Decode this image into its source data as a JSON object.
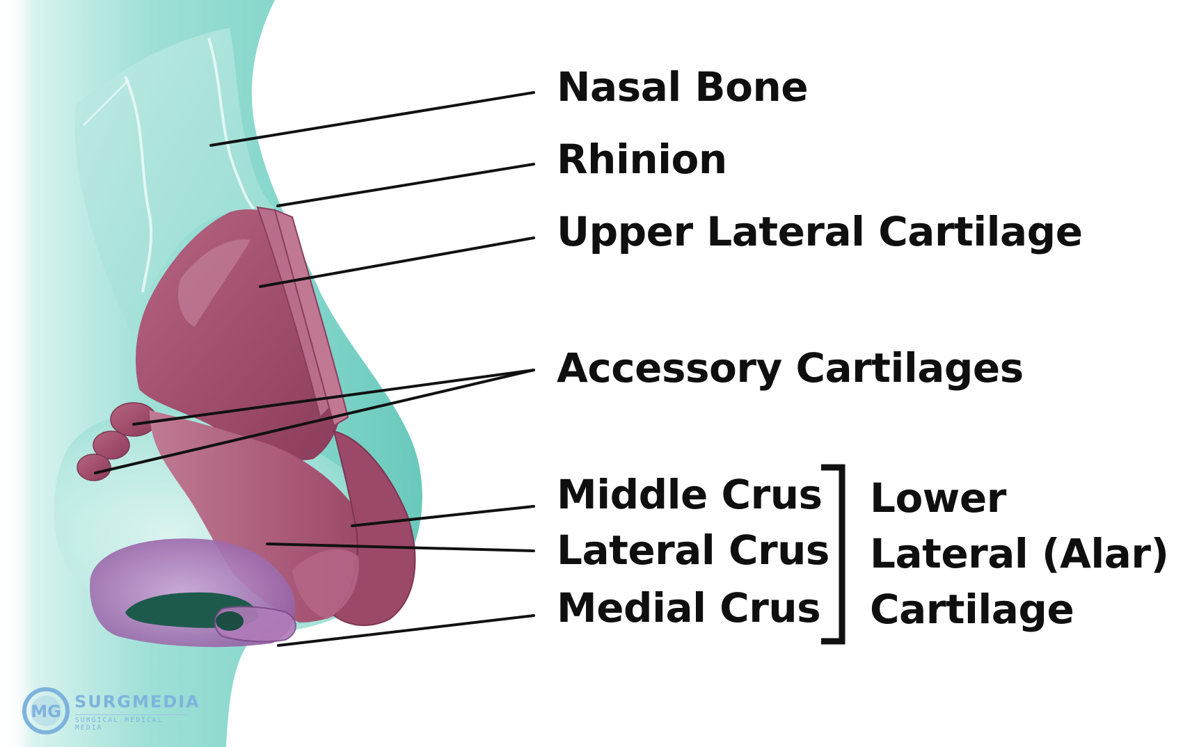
{
  "labels": {
    "nasal_bone": "Nasal Bone",
    "rhinion": "Rhinion",
    "upper_lateral_cartilage": "Upper Lateral Cartilage",
    "accessory_cartilages": "Accessory Cartilages",
    "middle_crus": "Middle Crus",
    "lateral_crus": "Lateral Crus",
    "medial_crus": "Medial Crus"
  },
  "group": {
    "line1": "Lower",
    "line2": "Lateral (Alar)",
    "line3": "Cartilage"
  },
  "logo": {
    "mark": "MG",
    "name": "SURGMEDIA",
    "tagline": "SURGICAL MEDICAL MEDIA"
  },
  "colors": {
    "skin": "#7fd4c8",
    "skin_light": "#c5ece6",
    "bone": "#a9e3dc",
    "cartilage": "#a5506e",
    "cartilage_light": "#c27a95",
    "cartilage_dark": "#7c3650",
    "nostril": "#9a64a6",
    "nostril_inner": "#1e5a4c",
    "leader_line": "#111111",
    "logo": "#7fb3dd"
  }
}
